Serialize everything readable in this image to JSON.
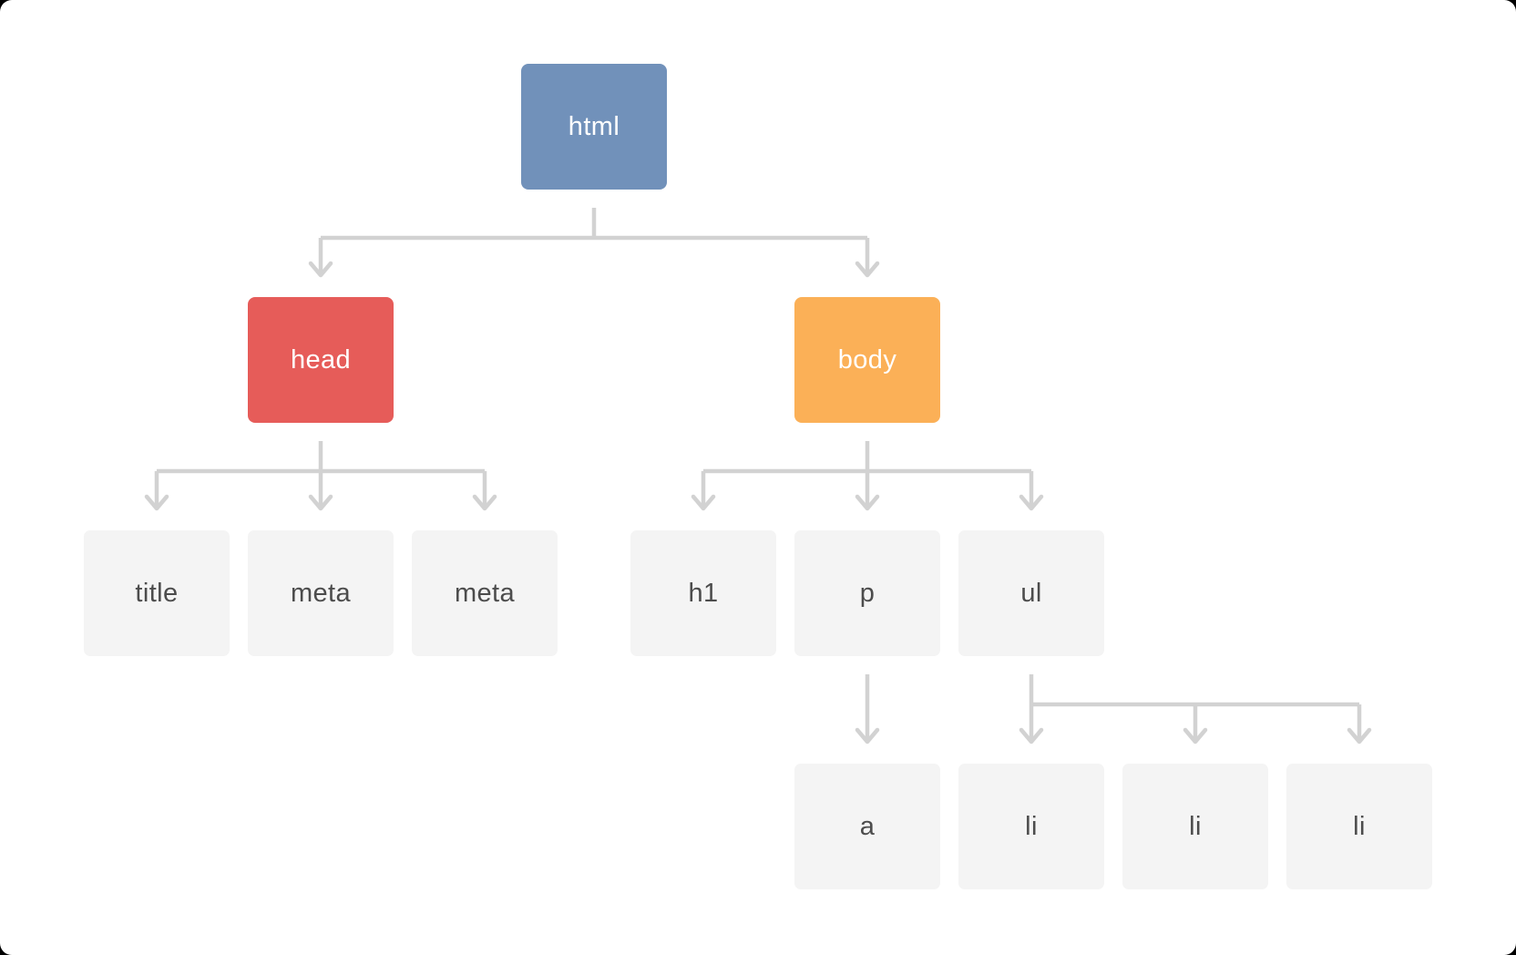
{
  "diagram": {
    "background": "#ffffff",
    "connector_color": "#d2d2d2",
    "nodes": [
      {
        "id": "html",
        "label": "html",
        "fill": "#7191ba",
        "text_color": "#ffffff"
      },
      {
        "id": "head",
        "label": "head",
        "fill": "#e65c59",
        "text_color": "#ffffff"
      },
      {
        "id": "body",
        "label": "body",
        "fill": "#fbb057",
        "text_color": "#ffffff"
      },
      {
        "id": "title",
        "label": "title",
        "fill": "#f4f4f4",
        "text_color": "#4c4c4c"
      },
      {
        "id": "meta1",
        "label": "meta",
        "fill": "#f4f4f4",
        "text_color": "#4c4c4c"
      },
      {
        "id": "meta2",
        "label": "meta",
        "fill": "#f4f4f4",
        "text_color": "#4c4c4c"
      },
      {
        "id": "h1",
        "label": "h1",
        "fill": "#f4f4f4",
        "text_color": "#4c4c4c"
      },
      {
        "id": "p",
        "label": "p",
        "fill": "#f4f4f4",
        "text_color": "#4c4c4c"
      },
      {
        "id": "ul",
        "label": "ul",
        "fill": "#f4f4f4",
        "text_color": "#4c4c4c"
      },
      {
        "id": "a",
        "label": "a",
        "fill": "#f4f4f4",
        "text_color": "#4c4c4c"
      },
      {
        "id": "li1",
        "label": "li",
        "fill": "#f4f4f4",
        "text_color": "#4c4c4c"
      },
      {
        "id": "li2",
        "label": "li",
        "fill": "#f4f4f4",
        "text_color": "#4c4c4c"
      },
      {
        "id": "li3",
        "label": "li",
        "fill": "#f4f4f4",
        "text_color": "#4c4c4c"
      }
    ],
    "edges": [
      {
        "from": "html",
        "to": [
          "head",
          "body"
        ]
      },
      {
        "from": "head",
        "to": [
          "title",
          "meta1",
          "meta2"
        ]
      },
      {
        "from": "body",
        "to": [
          "h1",
          "p",
          "ul"
        ]
      },
      {
        "from": "p",
        "to": [
          "a"
        ]
      },
      {
        "from": "ul",
        "to": [
          "li1",
          "li2",
          "li3"
        ]
      }
    ]
  }
}
